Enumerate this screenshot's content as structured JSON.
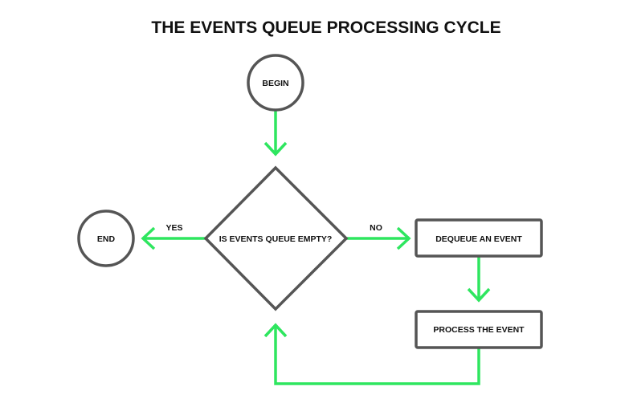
{
  "title": "THE EVENTS QUEUE PROCESSING CYCLE",
  "colors": {
    "arrow": "#2ee65f",
    "node_stroke": "#555555",
    "text": "#111111"
  },
  "nodes": {
    "begin": {
      "label": "BEGIN",
      "shape": "circle"
    },
    "decision": {
      "label": "IS EVENTS QUEUE EMPTY?",
      "shape": "diamond"
    },
    "end": {
      "label": "END",
      "shape": "circle"
    },
    "dequeue": {
      "label": "DEQUEUE AN EVENT",
      "shape": "rectangle"
    },
    "process": {
      "label": "PROCESS THE EVENT",
      "shape": "rectangle"
    }
  },
  "edges": [
    {
      "from": "begin",
      "to": "decision",
      "label": ""
    },
    {
      "from": "decision",
      "to": "end",
      "label": "YES"
    },
    {
      "from": "decision",
      "to": "dequeue",
      "label": "NO"
    },
    {
      "from": "dequeue",
      "to": "process",
      "label": ""
    },
    {
      "from": "process",
      "to": "decision",
      "label": ""
    }
  ]
}
